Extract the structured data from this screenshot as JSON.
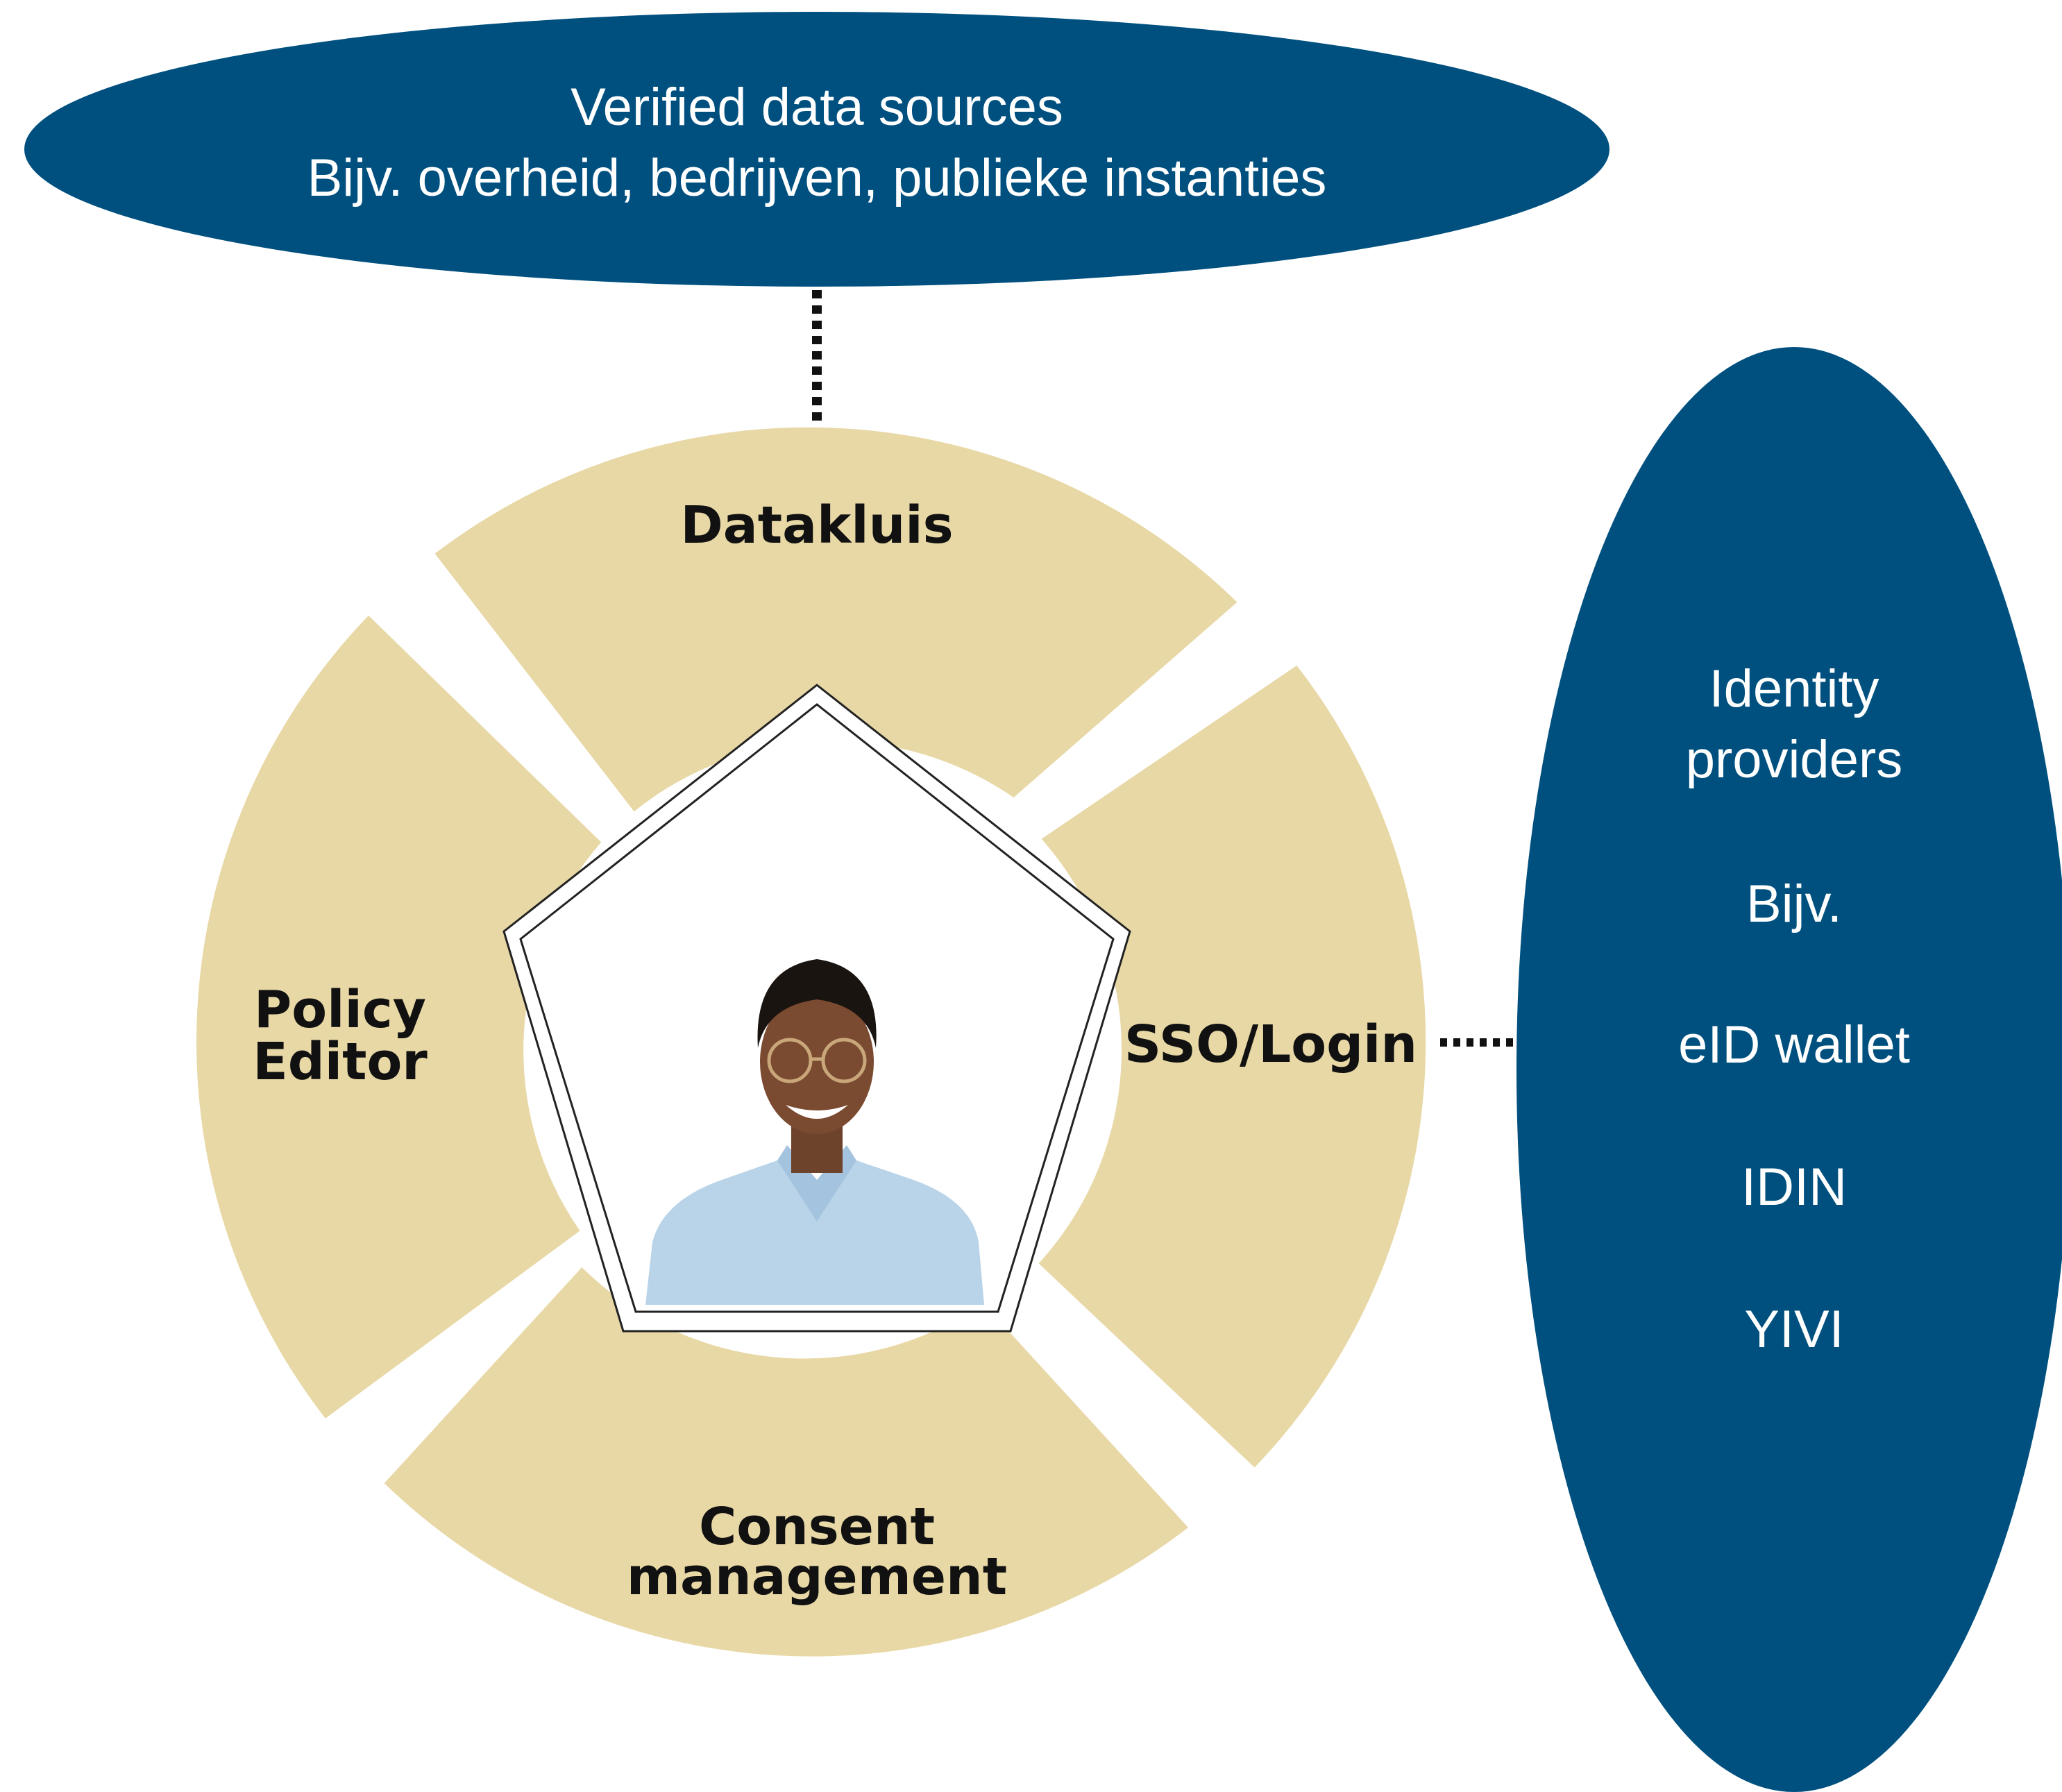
{
  "colors": {
    "navy": "#00507f",
    "beige": "#e8d8a6",
    "text_dark": "#111111",
    "text_light": "#ffffff"
  },
  "top_ellipse": {
    "line1": "Verified data sources",
    "line2": "Bijv. overheid, bedrijven, publieke instanties"
  },
  "right_ellipse": {
    "title_line1": "Identity",
    "title_line2": "providers",
    "example_label": "Bijv.",
    "items": [
      "eID wallet",
      "IDIN",
      "YIVI"
    ]
  },
  "segments": {
    "top": "Datakluis",
    "left_line1": "Policy",
    "left_line2": "Editor",
    "right": "SSO/Login",
    "bottom_line1": "Consent",
    "bottom_line2": "management"
  },
  "center": {
    "image": "person-portrait"
  }
}
